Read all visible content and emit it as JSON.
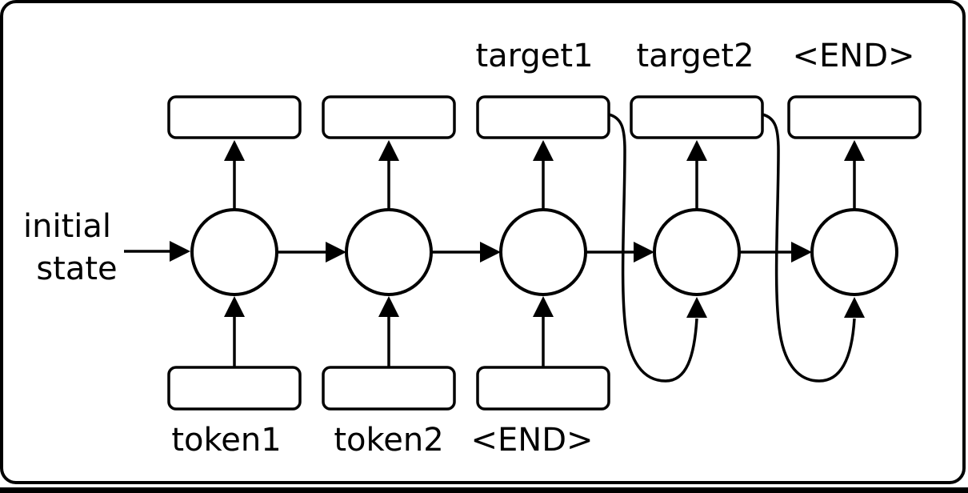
{
  "figure": {
    "description": "sequence-to-sequence RNN unrolled diagram",
    "colors": {
      "line": "#000000",
      "background": "#ffffff"
    },
    "labels": {
      "initial_state": [
        "initial",
        "state"
      ],
      "inputs": [
        "token1",
        "token2",
        "<END>"
      ],
      "outputs": [
        "target1",
        "target2",
        "<END>"
      ]
    }
  }
}
